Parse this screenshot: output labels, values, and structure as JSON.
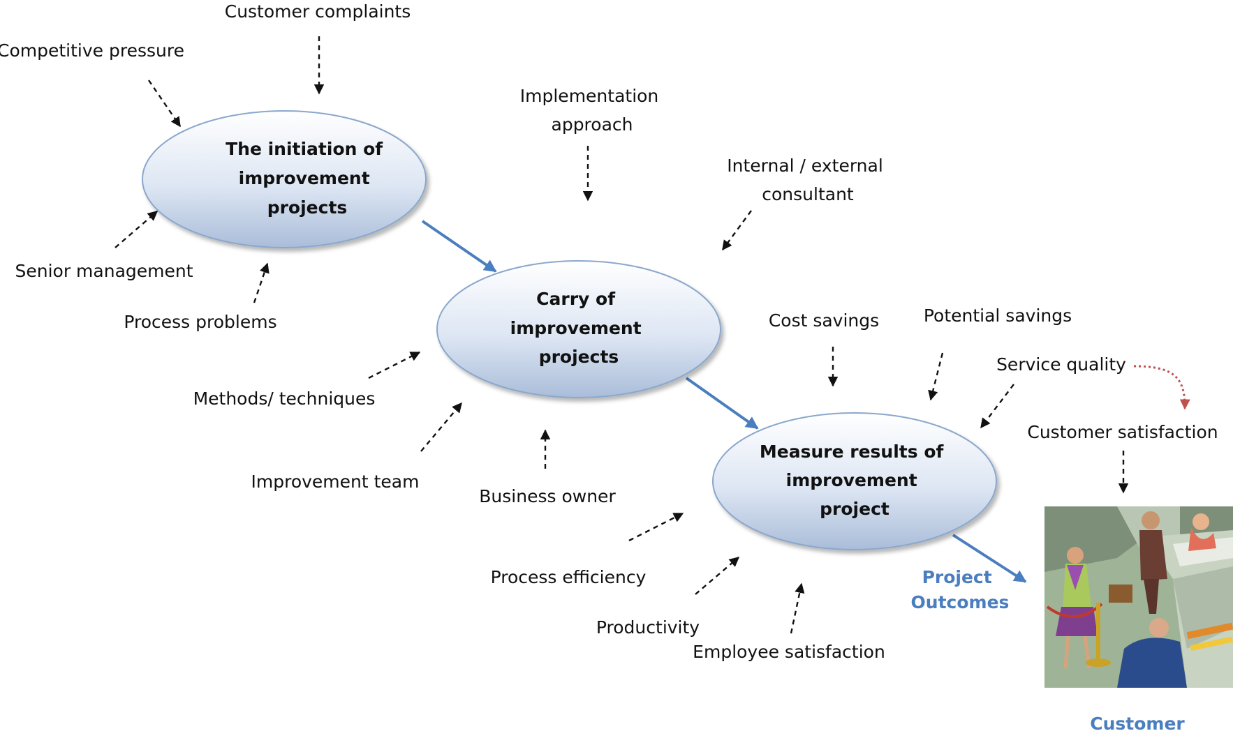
{
  "nodes": {
    "initiation": [
      "The initiation of",
      "improvement",
      "projects"
    ],
    "carry": [
      "Carry of",
      "improvement",
      "projects"
    ],
    "measure": [
      "Measure results of",
      "improvement",
      "project"
    ]
  },
  "factors": {
    "customer_complaints": "Customer complaints",
    "competitive_pressure": "Competitive pressure",
    "senior_management": "Senior management",
    "process_problems": "Process problems",
    "implementation_approach": [
      "Implementation",
      "approach"
    ],
    "internal_external_consultant": [
      "Internal / external",
      "consultant"
    ],
    "methods_techniques": "Methods/ techniques",
    "improvement_team": "Improvement team",
    "business_owner": "Business owner",
    "cost_savings": "Cost savings",
    "potential_savings": "Potential savings",
    "service_quality": "Service quality",
    "customer_satisfaction": "Customer satisfaction",
    "process_efficiency": "Process efficiency",
    "productivity": "Productivity",
    "employee_satisfaction": "Employee satisfaction"
  },
  "outcomes": {
    "project_outcomes": [
      "Project",
      "Outcomes"
    ],
    "customer": "Customer"
  },
  "colors": {
    "flow_arrow": "#4a7ebf",
    "highlight_arrow": "#c0504d",
    "outcome_text": "#4a7ebf"
  }
}
